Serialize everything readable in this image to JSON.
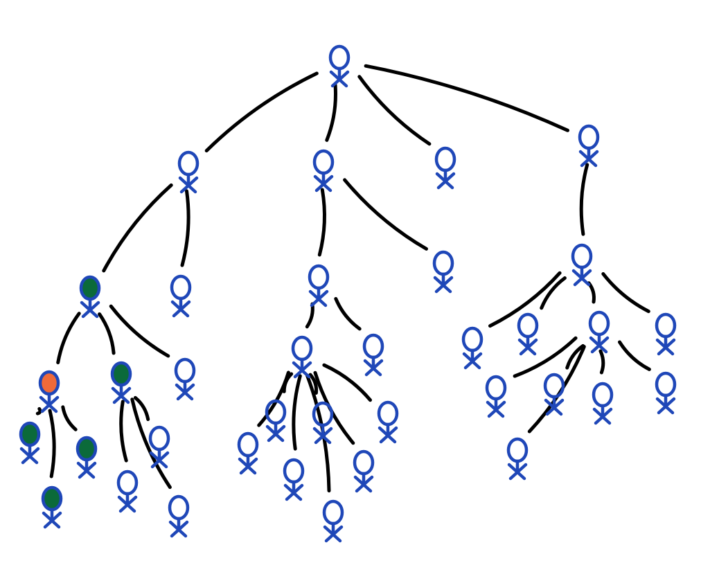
{
  "colors": {
    "background": "#ffffff",
    "edge": "#000000",
    "figure_outline": "#1f47b8",
    "status_default": "none",
    "status_green": "#0b6a3a",
    "status_orange": "#ef6a3a"
  },
  "icons": {
    "node": "person-stick-figure-icon"
  },
  "tree": {
    "nodes": [
      {
        "id": "root",
        "status": "default"
      },
      {
        "id": "a",
        "status": "default"
      },
      {
        "id": "b",
        "status": "default"
      },
      {
        "id": "c",
        "status": "default"
      },
      {
        "id": "d",
        "status": "default"
      },
      {
        "id": "a1",
        "status": "green"
      },
      {
        "id": "a2",
        "status": "default"
      },
      {
        "id": "a1x",
        "status": "orange"
      },
      {
        "id": "a1y",
        "status": "green"
      },
      {
        "id": "a1z",
        "status": "default"
      },
      {
        "id": "a1x1",
        "status": "green"
      },
      {
        "id": "a1x2",
        "status": "green"
      },
      {
        "id": "a1x3",
        "status": "green"
      },
      {
        "id": "a1y1",
        "status": "default"
      },
      {
        "id": "a1y2",
        "status": "default"
      },
      {
        "id": "a1y3",
        "status": "default"
      },
      {
        "id": "b1",
        "status": "default"
      },
      {
        "id": "b2",
        "status": "default"
      },
      {
        "id": "b1a",
        "status": "default"
      },
      {
        "id": "b1b",
        "status": "default"
      },
      {
        "id": "b1a1",
        "status": "default"
      },
      {
        "id": "b1a2",
        "status": "default"
      },
      {
        "id": "b1a3",
        "status": "default"
      },
      {
        "id": "b1a4",
        "status": "default"
      },
      {
        "id": "b1a5",
        "status": "default"
      },
      {
        "id": "b1a6",
        "status": "default"
      },
      {
        "id": "b1a7",
        "status": "default"
      },
      {
        "id": "d1",
        "status": "default"
      },
      {
        "id": "d1a",
        "status": "default"
      },
      {
        "id": "d1b",
        "status": "default"
      },
      {
        "id": "d1c",
        "status": "default"
      },
      {
        "id": "d1d",
        "status": "default"
      },
      {
        "id": "d1c1",
        "status": "default"
      },
      {
        "id": "d1c2",
        "status": "default"
      },
      {
        "id": "d1c3",
        "status": "default"
      },
      {
        "id": "d1c4",
        "status": "default"
      },
      {
        "id": "d1c5",
        "status": "default"
      }
    ],
    "edges": [
      [
        "root",
        "a"
      ],
      [
        "root",
        "b"
      ],
      [
        "root",
        "c"
      ],
      [
        "root",
        "d"
      ],
      [
        "a",
        "a1"
      ],
      [
        "a",
        "a2"
      ],
      [
        "a1",
        "a1x"
      ],
      [
        "a1",
        "a1y"
      ],
      [
        "a1",
        "a1z"
      ],
      [
        "a1x",
        "a1x1"
      ],
      [
        "a1x",
        "a1x2"
      ],
      [
        "a1x",
        "a1x3"
      ],
      [
        "a1y",
        "a1y1"
      ],
      [
        "a1y",
        "a1y2"
      ],
      [
        "a1y",
        "a1y3"
      ],
      [
        "b",
        "b1"
      ],
      [
        "b",
        "b2"
      ],
      [
        "b1",
        "b1a"
      ],
      [
        "b1",
        "b1b"
      ],
      [
        "b1a",
        "b1a1"
      ],
      [
        "b1a",
        "b1a2"
      ],
      [
        "b1a",
        "b1a3"
      ],
      [
        "b1a",
        "b1a4"
      ],
      [
        "b1a",
        "b1a5"
      ],
      [
        "b1a",
        "b1a6"
      ],
      [
        "b1a",
        "b1a7"
      ],
      [
        "d",
        "d1"
      ],
      [
        "d1",
        "d1a"
      ],
      [
        "d1",
        "d1b"
      ],
      [
        "d1",
        "d1c"
      ],
      [
        "d1",
        "d1d"
      ],
      [
        "d1c",
        "d1c1"
      ],
      [
        "d1c",
        "d1c2"
      ],
      [
        "d1c",
        "d1c3"
      ],
      [
        "d1c",
        "d1c4"
      ],
      [
        "d1c",
        "d1c5"
      ]
    ]
  }
}
